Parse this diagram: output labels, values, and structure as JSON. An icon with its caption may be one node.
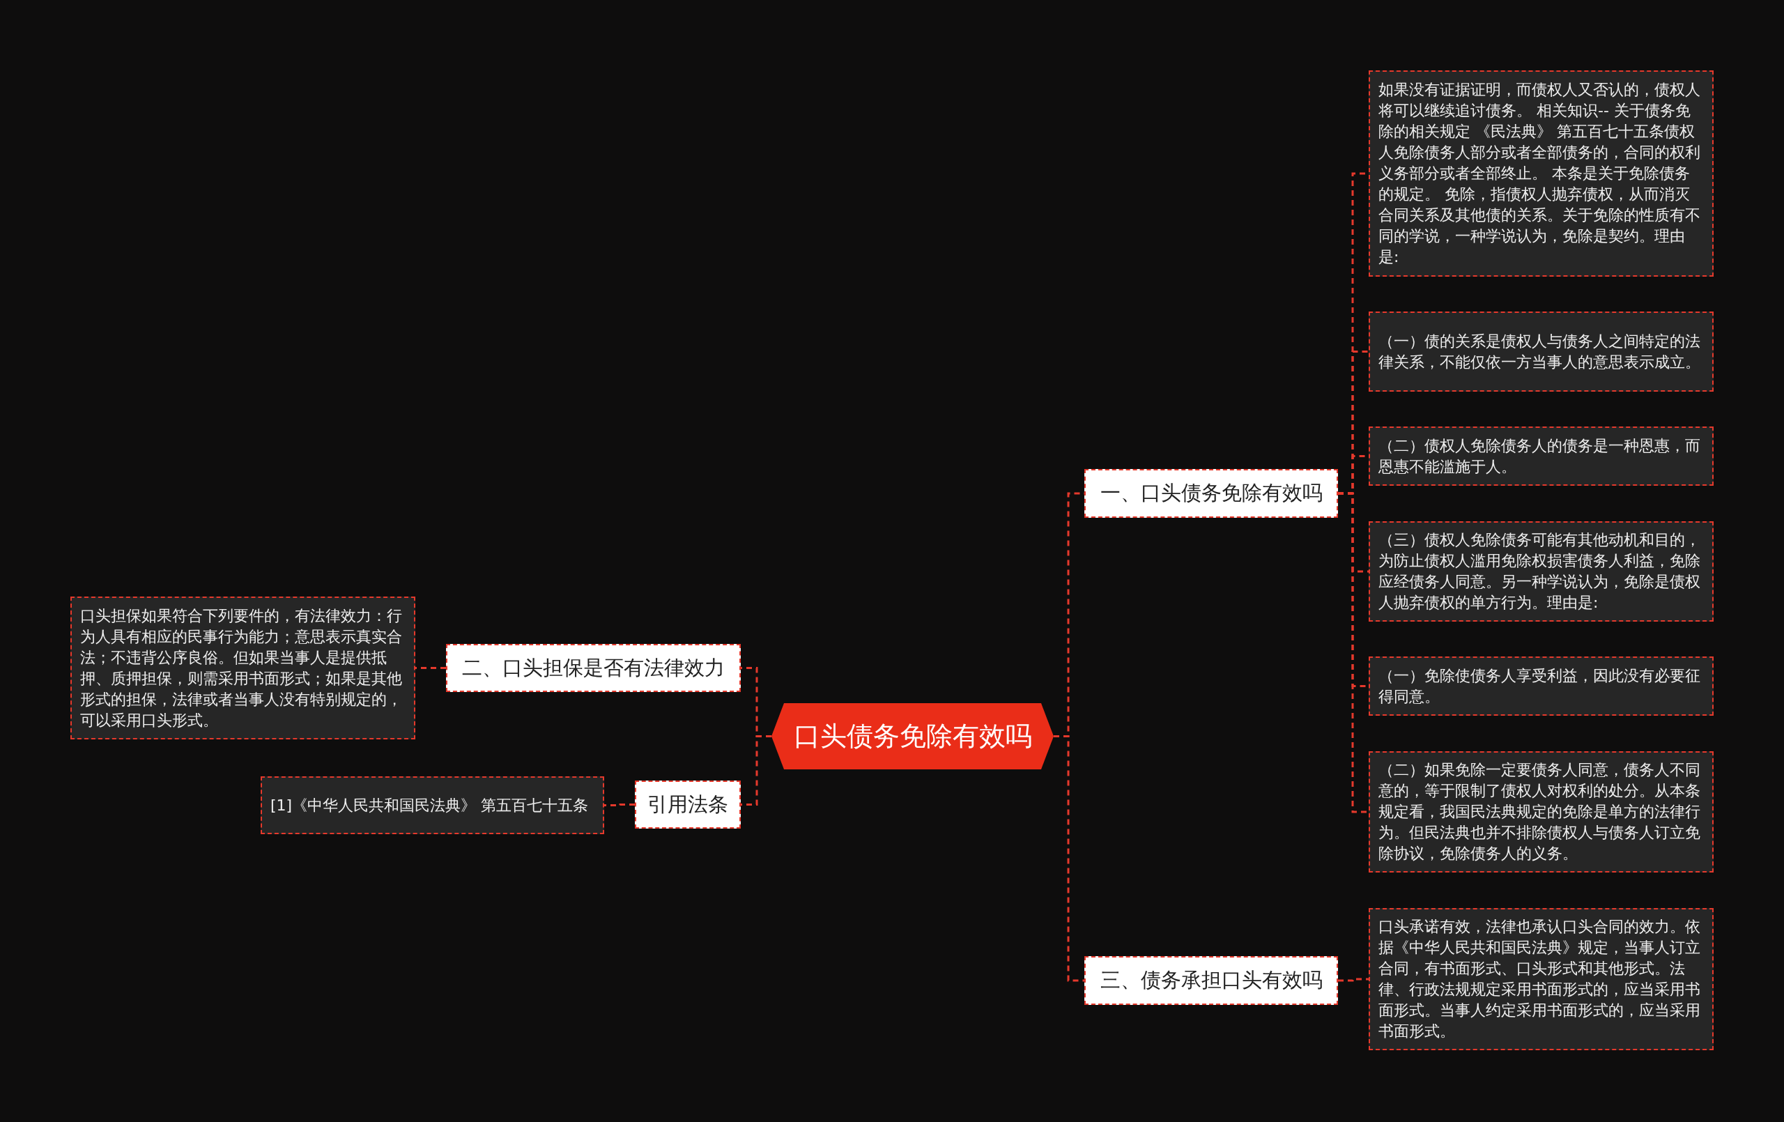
{
  "diagram": {
    "nodes": [
      {
        "text": [
          "口头债务免除有效吗"
        ]
      },
      {
        "text": [
          "一、口头债务免除有效吗"
        ]
      },
      {
        "text": [
          "如果没有证据证明，而债权人又否认的，债权人将可以继续追讨债务。 相关知识-- 关于债务免除的相关规定 《民法典》 第五百七十五条债权人免除债务人部分或者全部债务的，合同的权利义务部分或者全部终止。 本条是关于免除债务的规定。 免除，指债权人抛弃债权，从而消灭合同关系及其他债的关系。关于免除的性质有不同的学说，一种学说认为，免除是契约。理由是:"
        ]
      },
      {
        "text": [
          "（一）债的关系是债权人与债务人之间特定的法律关系，不能仅依一方当事人的意思表示成立。"
        ]
      },
      {
        "text": [
          "（二）债权人免除债务人的债务是一种恩惠，而恩惠不能滥施于人。"
        ]
      },
      {
        "text": [
          "（三）债权人免除债务可能有其他动机和目的，为防止债权人滥用免除权损害债务人利益，免除应经债务人同意。另一种学说认为，免除是债权人抛弃债权的单方行为。理由是:"
        ]
      },
      {
        "text": [
          "（一）免除使债务人享受利益，因此没有必要征得同意。"
        ]
      },
      {
        "text": [
          "（二）如果免除一定要债务人同意，债务人不同意的，等于限制了债权人对权利的处分。从本条规定看，我国民法典规定的免除是单方的法律行为。但民法典也并不排除债权人与债务人订立免除协议，免除债务人的义务。"
        ]
      },
      {
        "text": [
          "三、债务承担口头有效吗"
        ]
      },
      {
        "text": [
          "口头承诺有效，法律也承认口头合同的效力。依据《中华人民共和国民法典》规定，当事人订立合同，有书面形式、口头形式和其他形式。法律、行政法规规定采用书面形式的，应当采用书面形式。当事人约定采用书面形式的，应当采用书面形式。"
        ]
      },
      {
        "text": [
          "二、口头担保是否有法律效力"
        ]
      },
      {
        "text": [
          "口头担保如果符合下列要件的，有法律效力：行为人具有相应的民事行为能力；意思表示真实合法；不违背公序良俗。但如果当事人是提供抵押、质押担保，则需采用书面形式；如果是其他形式的担保，法律或者当事人没有特别规定的，可以采用口头形式。"
        ]
      },
      {
        "text": [
          "引用法条"
        ]
      },
      {
        "text": [
          "[1]《中华人民共和国民法典》 第五百七十五条"
        ]
      }
    ],
    "edges": [
      {
        "from": 0,
        "to": 1,
        "arrow": "none"
      },
      {
        "from": 1,
        "to": 2,
        "arrow": "none"
      },
      {
        "from": 1,
        "to": 3,
        "arrow": "none"
      },
      {
        "from": 1,
        "to": 4,
        "arrow": "none"
      },
      {
        "from": 1,
        "to": 5,
        "arrow": "none"
      },
      {
        "from": 1,
        "to": 6,
        "arrow": "none"
      },
      {
        "from": 1,
        "to": 7,
        "arrow": "none"
      },
      {
        "from": 0,
        "to": 8,
        "arrow": "none"
      },
      {
        "from": 8,
        "to": 9,
        "arrow": "none"
      },
      {
        "from": 0,
        "to": 10,
        "arrow": "none"
      },
      {
        "from": 10,
        "to": 11,
        "arrow": "none"
      },
      {
        "from": 0,
        "to": 12,
        "arrow": "none"
      },
      {
        "from": 12,
        "to": 13,
        "arrow": "none"
      }
    ]
  }
}
